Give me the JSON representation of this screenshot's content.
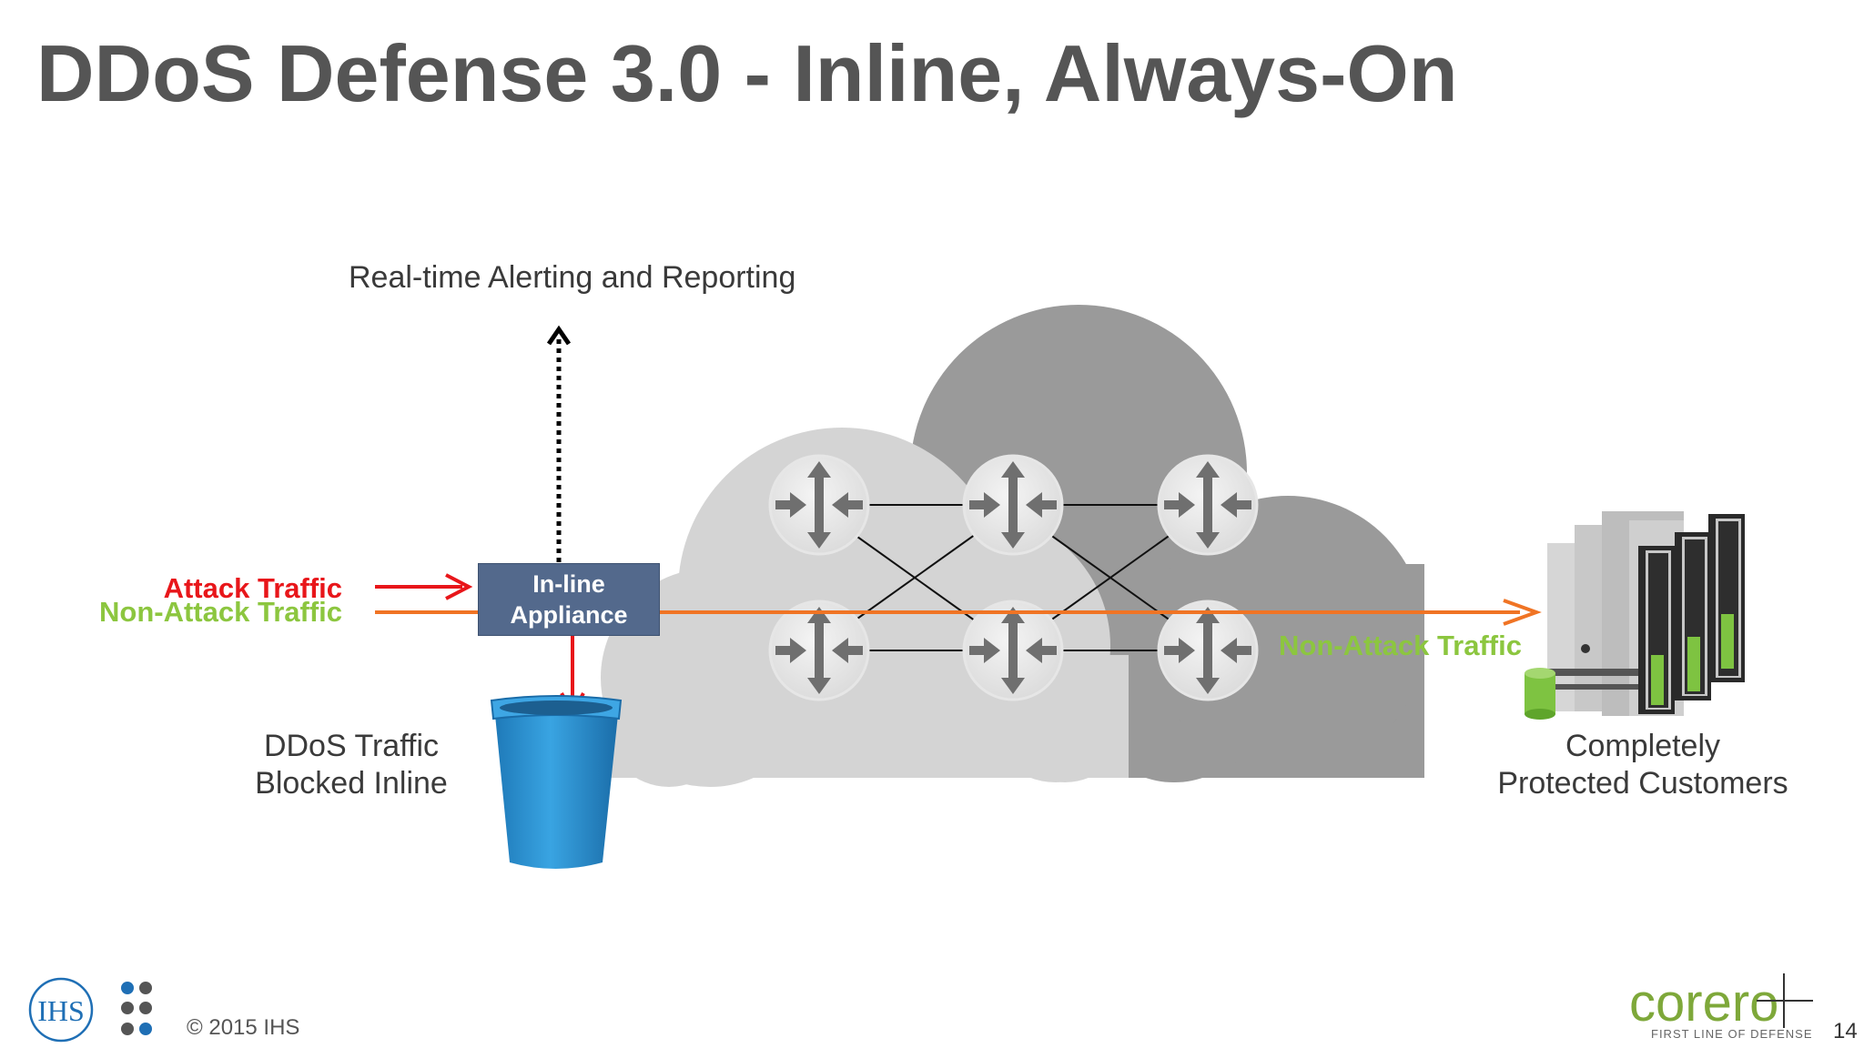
{
  "slide": {
    "title": "DDoS Defense 3.0 - Inline, Always-On",
    "page_number": "14",
    "copyright": "© 2015 IHS"
  },
  "diagram": {
    "alert_label": "Real-time Alerting and Reporting",
    "attack_traffic_label": "Attack Traffic",
    "non_attack_traffic_label": "Non-Attack Traffic",
    "appliance_line1": "In-line",
    "appliance_line2": "Appliance",
    "ddos_line1": "DDoS Traffic",
    "ddos_line2": "Blocked Inline",
    "non_attack_right_label": "Non-Attack Traffic",
    "customers_line1": "Completely",
    "customers_line2": "Protected Customers"
  },
  "logos": {
    "ihs_text": "IHS",
    "corero_text": "corero",
    "corero_tagline": "FIRST LINE OF DEFENSE"
  },
  "colors": {
    "title": "#555555",
    "attack": "#e8161a",
    "non_attack": "#8cc63f",
    "flow_orange": "#f07424",
    "appliance": "#53698c",
    "cloud_light": "#d3d3d3",
    "cloud_dark": "#9a9a9a",
    "bin": "#2a8fd0",
    "ihs_blue": "#1f6fb5",
    "corero_green": "#7ea83a"
  }
}
